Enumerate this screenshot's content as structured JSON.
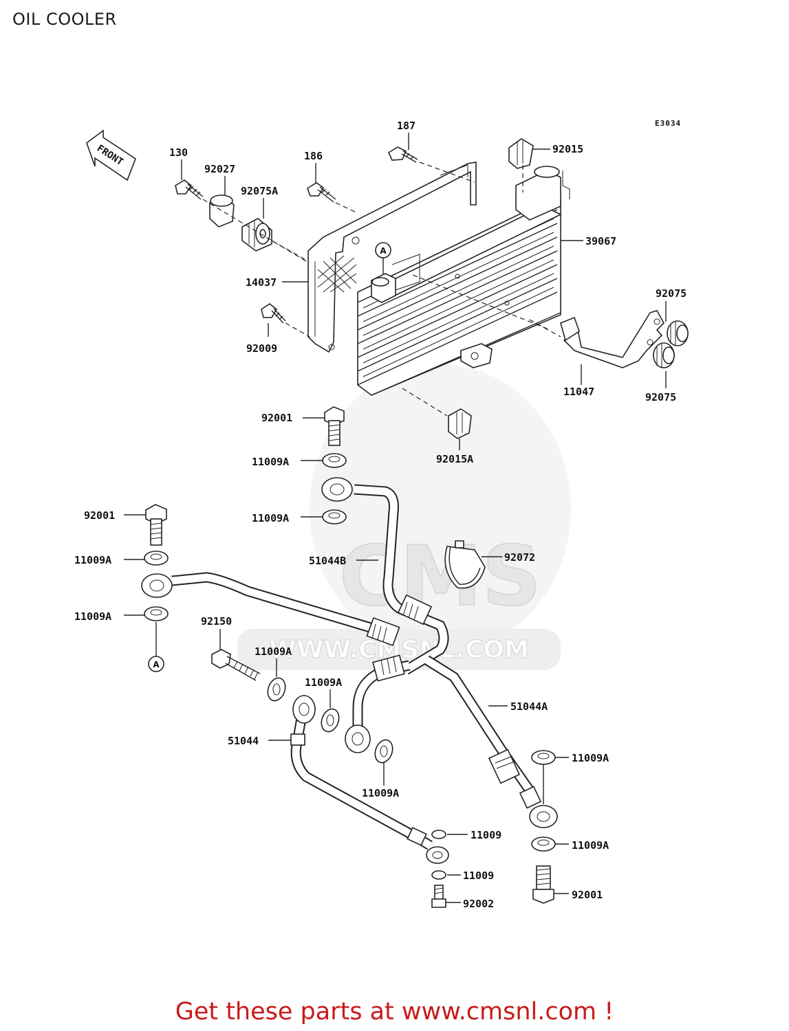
{
  "title": "OIL COOLER",
  "diagram_code": "E3034",
  "front_label": "FRONT",
  "watermark_url": "WWW.CMSNL.COM",
  "watermark_brand": "CMS",
  "footer_text": "Get these parts at www.cmsnl.com !",
  "footer_color": "#c81a1a",
  "callouts": {
    "c130": "130",
    "c92027": "92027",
    "c92075A": "92075A",
    "c186": "186",
    "c187": "187",
    "c92015": "92015",
    "c39067": "39067",
    "c14037": "14037",
    "c92009": "92009",
    "c92075_top": "92075",
    "c92075_bot": "92075",
    "c11047": "11047",
    "c92001_a": "92001",
    "c92015A": "92015A",
    "c11009A_1": "11009A",
    "c11009A_2": "11009A",
    "c92001_b": "92001",
    "c11009A_3": "11009A",
    "c51044B": "51044B",
    "c92072": "92072",
    "c11009A_4": "11009A",
    "c92150": "92150",
    "c11009A_5": "11009A",
    "c11009A_6": "11009A",
    "c51044A": "51044A",
    "c51044": "51044",
    "c11009A_7": "11009A",
    "c11009A_8": "11009A",
    "c11009_1": "11009",
    "c11009A_9": "11009A",
    "c11009_2": "11009",
    "c92002": "92002",
    "c92001_c": "92001",
    "markerA_top": "A",
    "markerA_bot": "A"
  }
}
